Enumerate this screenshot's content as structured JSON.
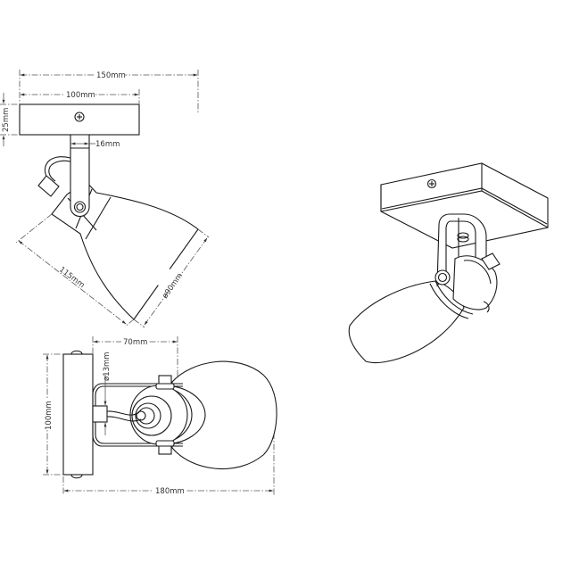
{
  "drawing": {
    "type": "technical-dimension-drawing",
    "subject": "wall/ceiling spotlight fixture",
    "line_color": "#1a1a1a",
    "background": "#ffffff"
  },
  "side_view": {
    "dimensions": {
      "overall_width": "150mm",
      "base_width": "100mm",
      "base_height": "25mm",
      "arm_width": "16mm",
      "shade_length": "115mm",
      "shade_diameter": "ø90mm"
    }
  },
  "top_view": {
    "dimensions": {
      "projection": "70mm",
      "cable_diameter": "ø13mm",
      "base_height": "100mm",
      "overall_length": "180mm"
    }
  },
  "isometric_view": {
    "label": ""
  }
}
